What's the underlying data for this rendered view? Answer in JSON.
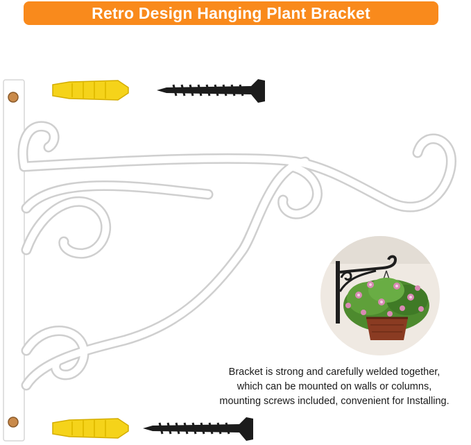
{
  "banner": {
    "title": "Retro Design Hanging Plant Bracket",
    "color": "#f98a1c"
  },
  "caption": {
    "lines": [
      "Bracket is strong and carefully welded together,",
      "which can be mounted on walls or columns,",
      "mounting screws included, convenient for Installing."
    ]
  },
  "colors": {
    "bracket": "#ffffff",
    "anchor": "#f5d31a",
    "screw": "#1c1c1c"
  }
}
